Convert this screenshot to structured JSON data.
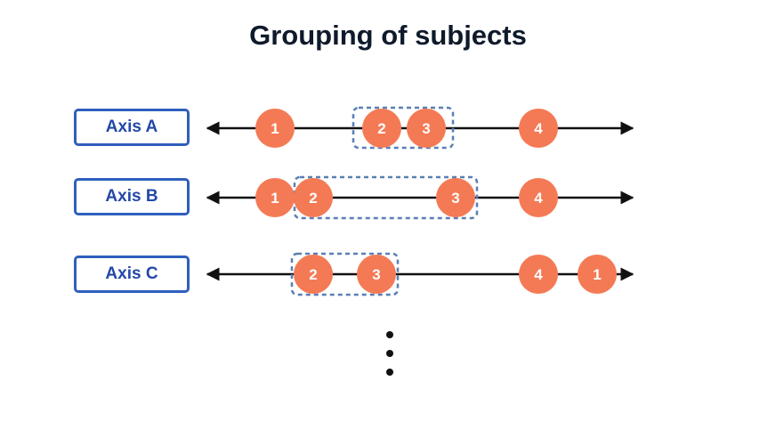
{
  "title": "Grouping of subjects",
  "colors": {
    "node": "#f47a55",
    "group_border": "#5a7fb4",
    "label_border": "#2f5fbd",
    "label_text": "#2348a8",
    "axis": "#111111"
  },
  "axes": [
    {
      "label": "Axis A",
      "nodes": [
        "1",
        "2",
        "3",
        "4"
      ],
      "group": [
        "2",
        "3"
      ]
    },
    {
      "label": "Axis B",
      "nodes": [
        "1",
        "2",
        "3",
        "4"
      ],
      "group": [
        "2",
        "3"
      ]
    },
    {
      "label": "Axis C",
      "nodes": [
        "2",
        "3",
        "4",
        "1"
      ],
      "group": [
        "2",
        "3"
      ]
    }
  ],
  "continuation": "vertical-ellipsis"
}
